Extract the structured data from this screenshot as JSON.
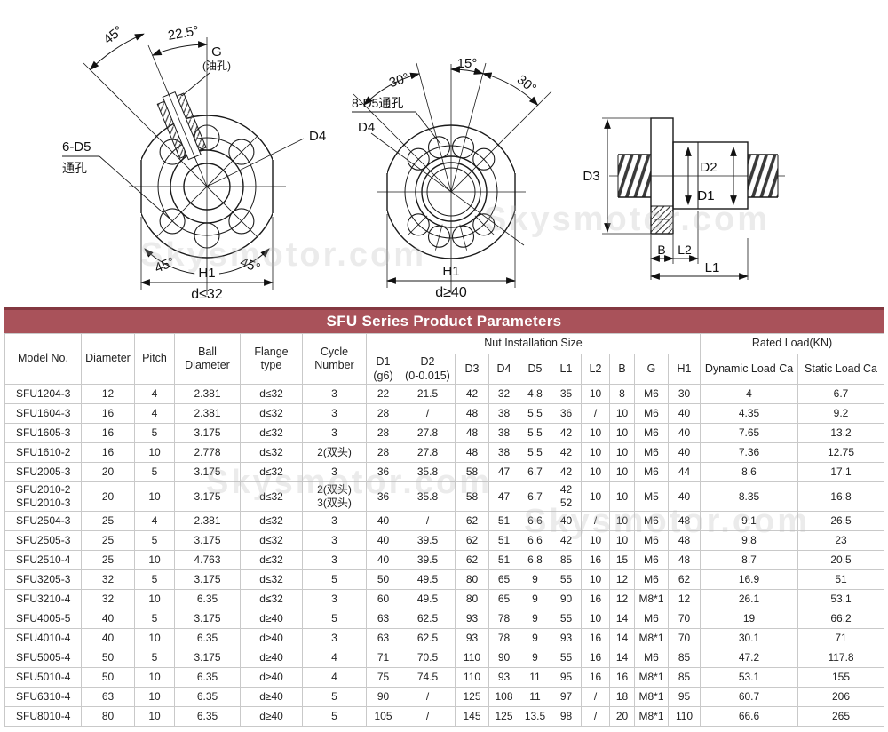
{
  "watermark": "Skysmotor.com",
  "diagrams": {
    "left": {
      "angle_45_top": "45°",
      "angle_22_5": "22.5°",
      "g": "G",
      "oil_hole": "(油孔)",
      "holes_line1": "6-D5",
      "holes_line2": "通孔",
      "d4": "D4",
      "angle_45_bl": "45°",
      "angle_45_br": "45°",
      "h1": "H1",
      "d_range": "d≤32"
    },
    "middle": {
      "holes": "8-D5通孔",
      "angle_30_left": "30°",
      "angle_15": "15°",
      "angle_30_right": "30°",
      "d4": "D4",
      "h1": "H1",
      "d_range": "d≥40"
    },
    "right": {
      "d3": "D3",
      "d2": "D2",
      "d1": "D1",
      "b": "B",
      "l2": "L2",
      "l1": "L1"
    }
  },
  "table": {
    "title": "SFU Series Product Parameters",
    "accent_color": "#a9525a",
    "headers": {
      "model": "Model No.",
      "diameter": "Diameter",
      "pitch": "Pitch",
      "ball_diameter": "Ball\nDiameter",
      "flange_type": "Flange\ntype",
      "cycle_number": "Cycle\nNumber",
      "nut_installation": "Nut Installation Size",
      "rated_load": "Rated Load(KN)",
      "d1": "D1\n(g6)",
      "d2": "D2\n(0-0.015)",
      "d3": "D3",
      "d4": "D4",
      "d5": "D5",
      "l1": "L1",
      "l2": "L2",
      "b": "B",
      "g": "G",
      "h1": "H1",
      "dynamic": "Dynamic Load Ca",
      "static": "Static Load Ca"
    },
    "rows": [
      [
        "SFU1204-3",
        "12",
        "4",
        "2.381",
        "d≤32",
        "3",
        "22",
        "21.5",
        "42",
        "32",
        "4.8",
        "35",
        "10",
        "8",
        "M6",
        "30",
        "4",
        "6.7"
      ],
      [
        "SFU1604-3",
        "16",
        "4",
        "2.381",
        "d≤32",
        "3",
        "28",
        "/",
        "48",
        "38",
        "5.5",
        "36",
        "/",
        "10",
        "M6",
        "40",
        "4.35",
        "9.2"
      ],
      [
        "SFU1605-3",
        "16",
        "5",
        "3.175",
        "d≤32",
        "3",
        "28",
        "27.8",
        "48",
        "38",
        "5.5",
        "42",
        "10",
        "10",
        "M6",
        "40",
        "7.65",
        "13.2"
      ],
      [
        "SFU1610-2",
        "16",
        "10",
        "2.778",
        "d≤32",
        "2(双头)",
        "28",
        "27.8",
        "48",
        "38",
        "5.5",
        "42",
        "10",
        "10",
        "M6",
        "40",
        "7.36",
        "12.75"
      ],
      [
        "SFU2005-3",
        "20",
        "5",
        "3.175",
        "d≤32",
        "3",
        "36",
        "35.8",
        "58",
        "47",
        "6.7",
        "42",
        "10",
        "10",
        "M6",
        "44",
        "8.6",
        "17.1"
      ],
      [
        "SFU2010-2\nSFU2010-3",
        "20",
        "10",
        "3.175",
        "d≤32",
        "2(双头)\n3(双头)",
        "36",
        "35.8",
        "58",
        "47",
        "6.7",
        "42\n52",
        "10",
        "10",
        "M5",
        "40",
        "8.35",
        "16.8"
      ],
      [
        "SFU2504-3",
        "25",
        "4",
        "2.381",
        "d≤32",
        "3",
        "40",
        "/",
        "62",
        "51",
        "6.6",
        "40",
        "/",
        "10",
        "M6",
        "48",
        "9.1",
        "26.5"
      ],
      [
        "SFU2505-3",
        "25",
        "5",
        "3.175",
        "d≤32",
        "3",
        "40",
        "39.5",
        "62",
        "51",
        "6.6",
        "42",
        "10",
        "10",
        "M6",
        "48",
        "9.8",
        "23"
      ],
      [
        "SFU2510-4",
        "25",
        "10",
        "4.763",
        "d≤32",
        "3",
        "40",
        "39.5",
        "62",
        "51",
        "6.8",
        "85",
        "16",
        "15",
        "M6",
        "48",
        "8.7",
        "20.5"
      ],
      [
        "SFU3205-3",
        "32",
        "5",
        "3.175",
        "d≤32",
        "5",
        "50",
        "49.5",
        "80",
        "65",
        "9",
        "55",
        "10",
        "12",
        "M6",
        "62",
        "16.9",
        "51"
      ],
      [
        "SFU3210-4",
        "32",
        "10",
        "6.35",
        "d≤32",
        "3",
        "60",
        "49.5",
        "80",
        "65",
        "9",
        "90",
        "16",
        "12",
        "M8*1",
        "12",
        "26.1",
        "53.1"
      ],
      [
        "SFU4005-5",
        "40",
        "5",
        "3.175",
        "d≥40",
        "5",
        "63",
        "62.5",
        "93",
        "78",
        "9",
        "55",
        "10",
        "14",
        "M6",
        "70",
        "19",
        "66.2"
      ],
      [
        "SFU4010-4",
        "40",
        "10",
        "6.35",
        "d≥40",
        "3",
        "63",
        "62.5",
        "93",
        "78",
        "9",
        "93",
        "16",
        "14",
        "M8*1",
        "70",
        "30.1",
        "71"
      ],
      [
        "SFU5005-4",
        "50",
        "5",
        "3.175",
        "d≥40",
        "4",
        "71",
        "70.5",
        "110",
        "90",
        "9",
        "55",
        "16",
        "14",
        "M6",
        "85",
        "47.2",
        "117.8"
      ],
      [
        "SFU5010-4",
        "50",
        "10",
        "6.35",
        "d≥40",
        "4",
        "75",
        "74.5",
        "110",
        "93",
        "11",
        "95",
        "16",
        "16",
        "M8*1",
        "85",
        "53.1",
        "155"
      ],
      [
        "SFU6310-4",
        "63",
        "10",
        "6.35",
        "d≥40",
        "5",
        "90",
        "/",
        "125",
        "108",
        "11",
        "97",
        "/",
        "18",
        "M8*1",
        "95",
        "60.7",
        "206"
      ],
      [
        "SFU8010-4",
        "80",
        "10",
        "6.35",
        "d≥40",
        "5",
        "105",
        "/",
        "145",
        "125",
        "13.5",
        "98",
        "/",
        "20",
        "M8*1",
        "110",
        "66.6",
        "265"
      ]
    ]
  }
}
